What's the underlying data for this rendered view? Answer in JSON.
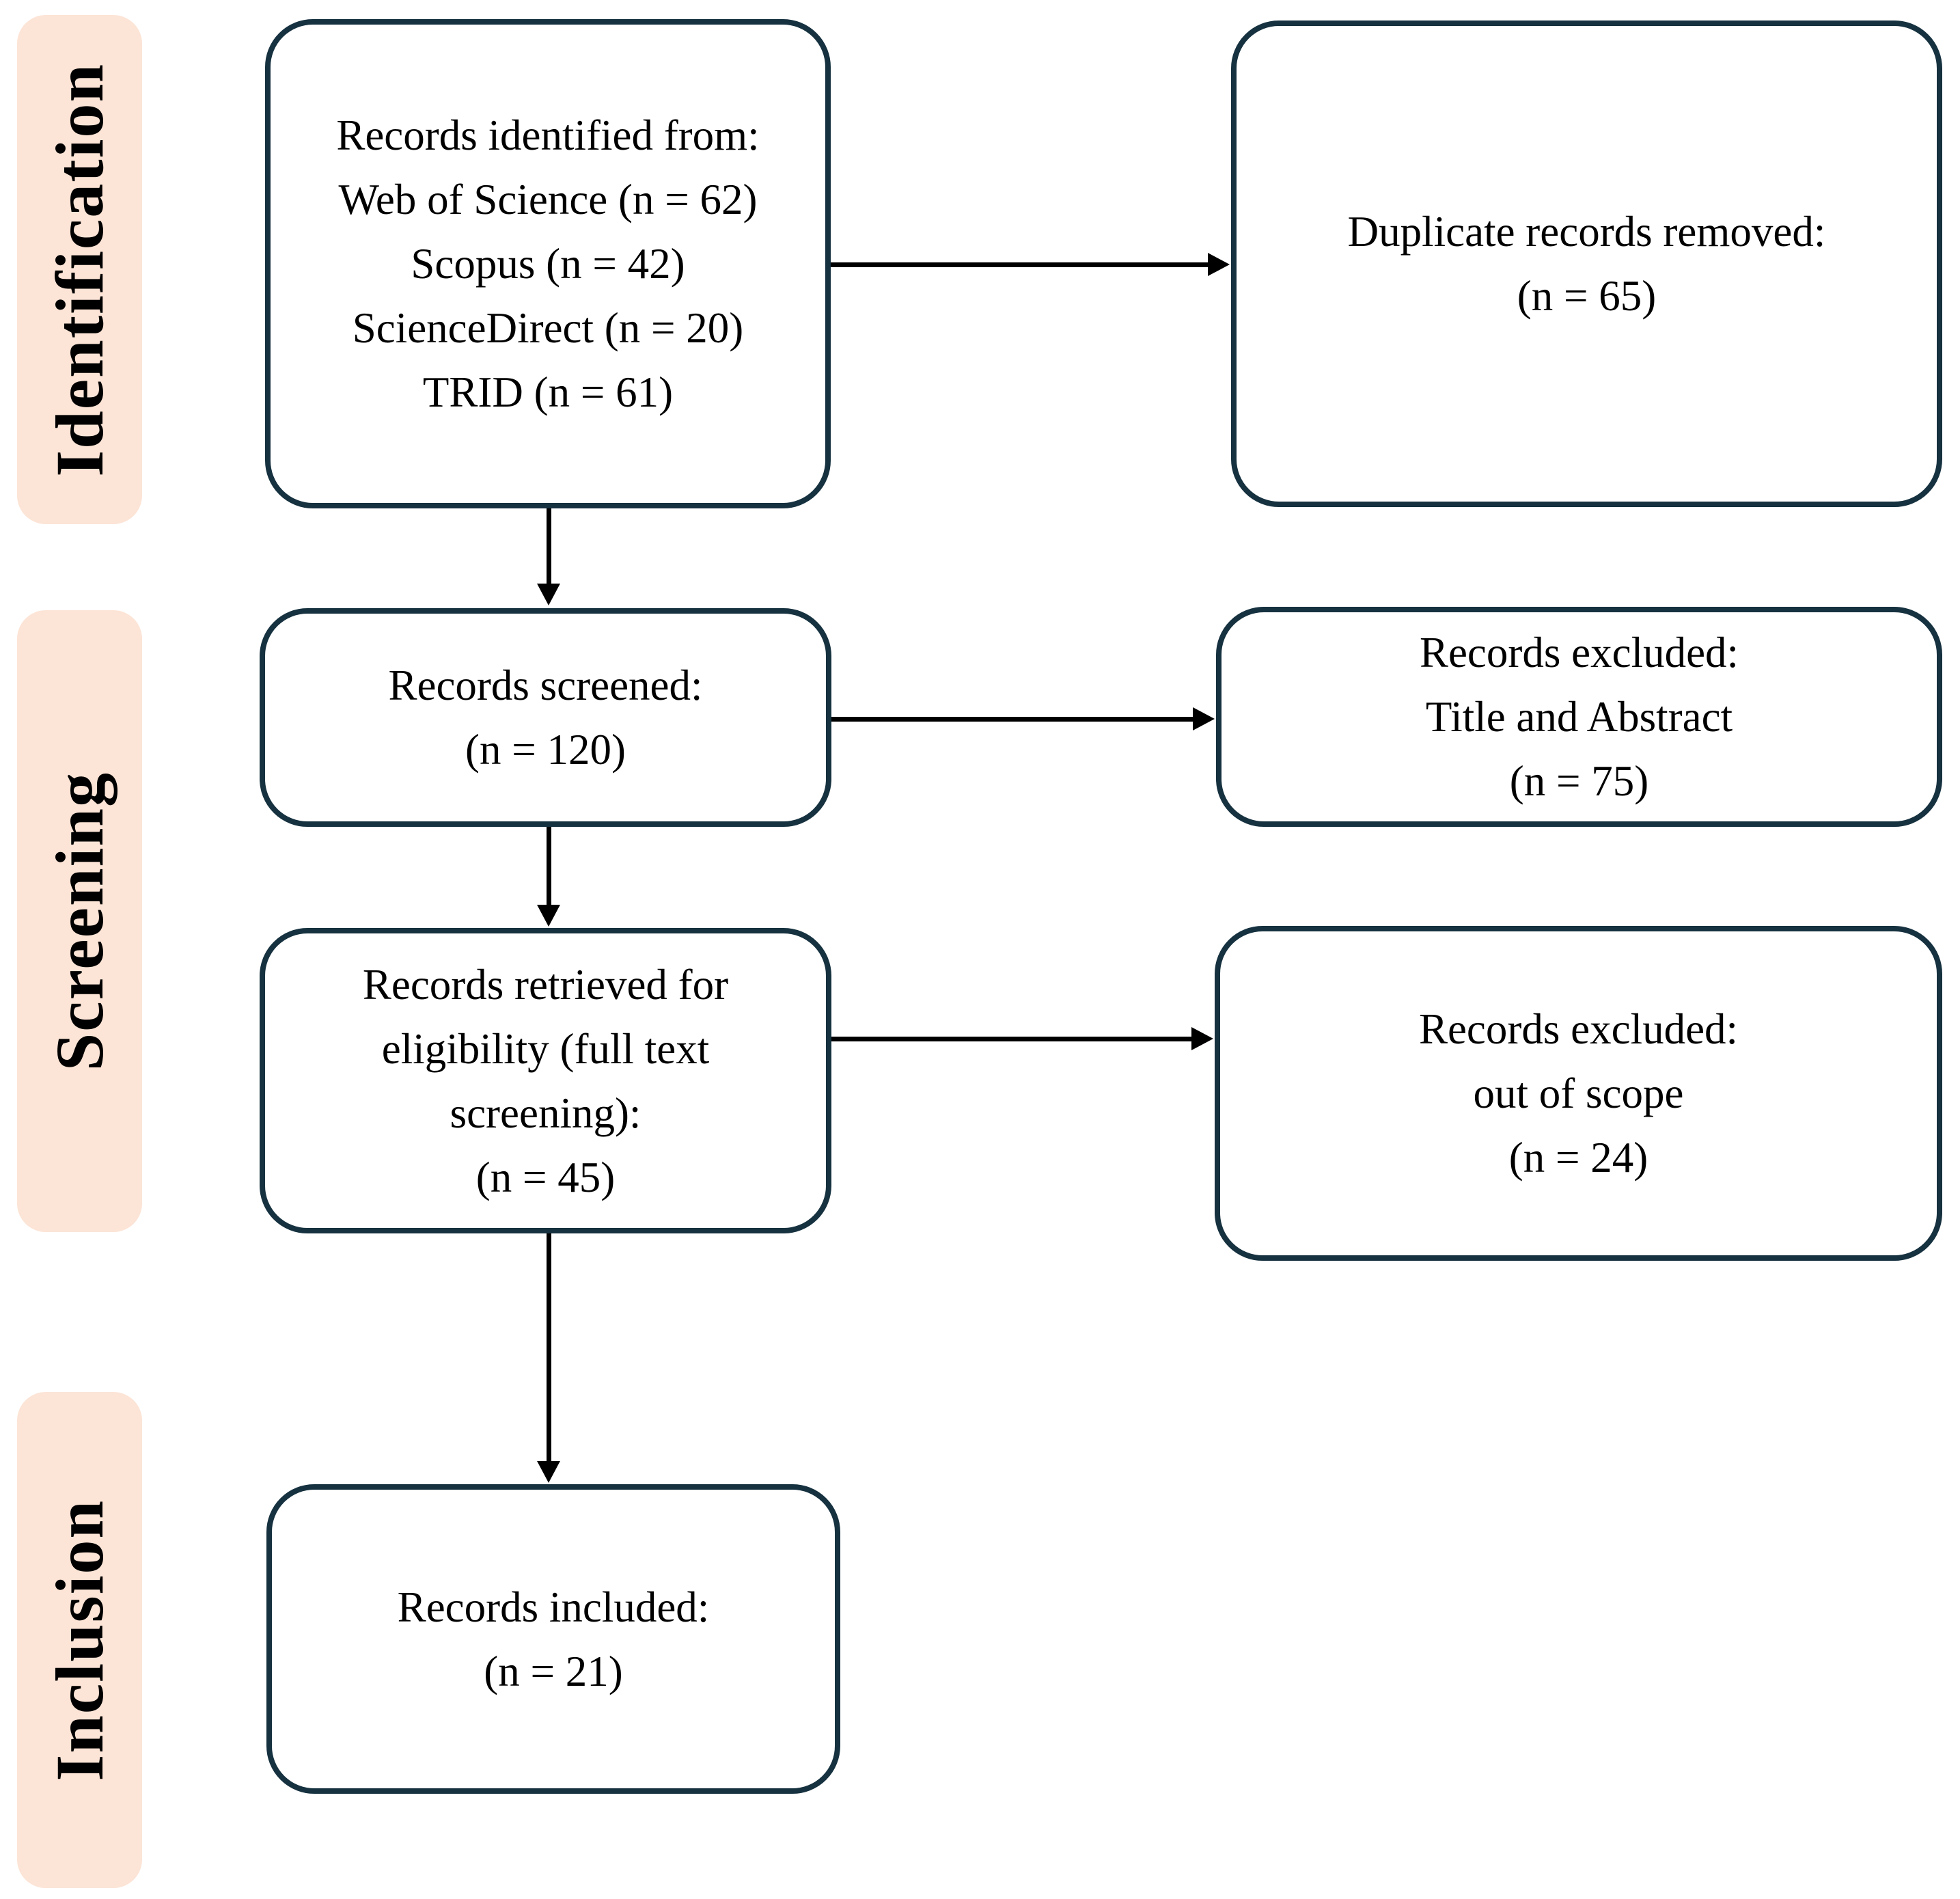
{
  "figure": {
    "type": "prisma-flow-diagram"
  },
  "colors": {
    "stage_fill": "#fce4d6",
    "box_border": "#16313f",
    "box_fill": "#ffffff",
    "arrow": "#000000",
    "text": "#000000",
    "background": "#ffffff"
  },
  "stages": {
    "identification": "Identification",
    "screening": "Screening",
    "inclusion": "Inclusion"
  },
  "boxes": {
    "identified": {
      "lines": [
        "Records identified from:",
        "Web of Science (n = 62)",
        "Scopus (n = 42)",
        "ScienceDirect (n = 20)",
        "TRID (n = 61)"
      ]
    },
    "duplicates_removed": {
      "lines": [
        "Duplicate records removed:",
        "(n = 65)"
      ]
    },
    "screened": {
      "lines": [
        "Records screened:",
        "(n = 120)"
      ]
    },
    "excluded_title_abstract": {
      "lines": [
        "Records excluded:",
        "Title and Abstract",
        "(n = 75)"
      ]
    },
    "retrieved": {
      "lines": [
        "Records retrieved for",
        "eligibility (full text",
        "screening):",
        "(n = 45)"
      ]
    },
    "excluded_out_of_scope": {
      "lines": [
        "Records excluded:",
        "out of scope",
        "(n = 24)"
      ]
    },
    "included": {
      "lines": [
        "Records included:",
        "(n = 21)"
      ]
    }
  }
}
